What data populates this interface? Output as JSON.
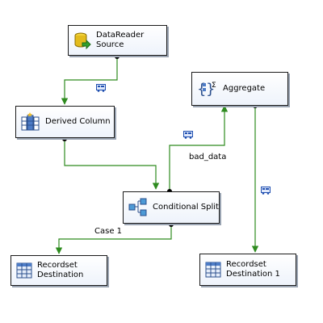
{
  "nodes": {
    "datareader_source": {
      "label": "DataReader\nSource",
      "icon": "database-cylinder-icon"
    },
    "derived_column": {
      "label": "Derived Column",
      "icon": "derived-column-icon"
    },
    "aggregate": {
      "label": "Aggregate",
      "icon": "sigma-aggregate-icon"
    },
    "conditional_split": {
      "label": "Conditional Split",
      "icon": "conditional-split-icon"
    },
    "recordset_destination": {
      "label": "Recordset\nDestination",
      "icon": "grid-table-icon"
    },
    "recordset_destination_1": {
      "label": "Recordset\nDestination 1",
      "icon": "grid-table-icon"
    }
  },
  "edges": {
    "bad_data_label": "bad_data",
    "case1_label": "Case 1"
  },
  "colors": {
    "success_path": "#2e8b1f",
    "border": "#1a1a1a",
    "data_viewer_icon": "#1f4fb0"
  }
}
